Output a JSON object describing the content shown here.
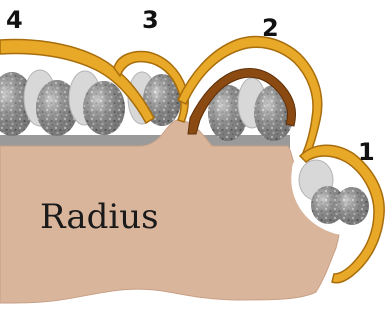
{
  "labels": {
    "compartment_1": "1",
    "compartment_2": "2",
    "compartment_3": "3",
    "compartment_4": "4",
    "bone": "Radius"
  },
  "colors": {
    "bone": "#d9b59c",
    "bone_edge": "#c8a085",
    "retinaculum": "#e8a928",
    "retinaculum_edge": "#a86d0c",
    "septum_dark": "#8a4a12",
    "tendon": "#a7a7a7",
    "tendon_highlight": "#dcdcdc",
    "background": "#ffffff"
  }
}
